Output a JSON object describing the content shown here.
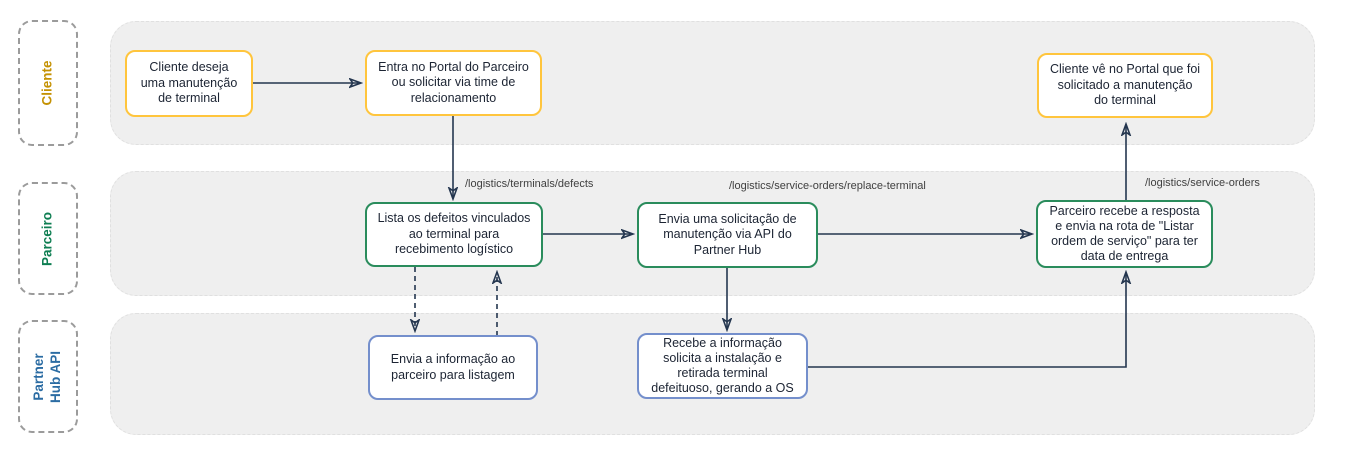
{
  "lanes": [
    {
      "id": "cliente",
      "label": "Cliente"
    },
    {
      "id": "parceiro",
      "label": "Parceiro"
    },
    {
      "id": "partner-hub-api",
      "label": "Partner Hub API"
    }
  ],
  "nodes": {
    "cliente_deseja": {
      "label": "Cliente deseja uma manutenção de terminal"
    },
    "entra_portal": {
      "label": "Entra no Portal do Parceiro ou solicitar via time de relacionamento"
    },
    "cliente_ve": {
      "label": "Cliente vê no Portal que foi solicitado a manutenção do terminal"
    },
    "lista_defeitos": {
      "label": "Lista os defeitos vinculados ao terminal para recebimento logístico"
    },
    "envia_solicitacao": {
      "label": "Envia uma solicitação de manutenção via API do Partner Hub"
    },
    "parceiro_recebe": {
      "label": "Parceiro recebe a resposta e envia na rota de \"Listar ordem de serviço\" para ter data de entrega"
    },
    "envia_informacao": {
      "label": "Envia a informação ao parceiro para listagem"
    },
    "recebe_informacao": {
      "label": "Recebe a informação solicita a instalação e retirada terminal defeituoso, gerando a OS"
    }
  },
  "edge_labels": {
    "terminals_defects": "/logistics/terminals/defects",
    "replace_terminal": "/logistics/service-orders/replace-terminal",
    "service_orders": "/logistics/service-orders"
  },
  "colors": {
    "arrow": "#24364F",
    "lane_band_fill": "#EFEFEF",
    "lane_pill_border": "#9B9B9B",
    "node_fill": "#FFFFFF",
    "cliente_node_border": "#FFC53D",
    "parceiro_node_border": "#2A8C5C",
    "partner_hub_node_border": "#748FCC",
    "cliente_label_text": "#C49102",
    "parceiro_label_text": "#0E7E52",
    "partner_hub_label_text": "#2B6CA3"
  }
}
